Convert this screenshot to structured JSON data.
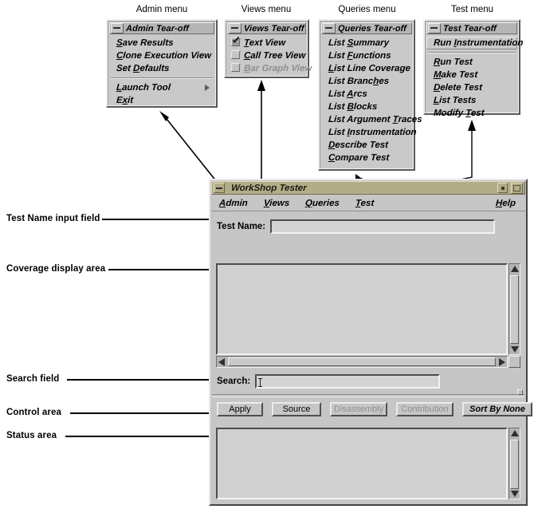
{
  "figure": {
    "menu_captions": [
      {
        "label": "Admin menu"
      },
      {
        "label": "Views menu"
      },
      {
        "label": "Queries menu"
      },
      {
        "label": "Test menu"
      }
    ],
    "annotations": [
      {
        "label": "Test Name input field"
      },
      {
        "label": "Coverage display area"
      },
      {
        "label": "Search field"
      },
      {
        "label": "Control area"
      },
      {
        "label": "Status area"
      }
    ]
  },
  "menus": {
    "admin": {
      "tearoff_title": "Admin Tear-off",
      "items": [
        {
          "label": "Save Results",
          "mnemonic": "S",
          "state": "normal",
          "type": "command"
        },
        {
          "label": "Clone Execution View",
          "mnemonic": "C",
          "state": "normal",
          "type": "command"
        },
        {
          "label": "Set Defaults",
          "mnemonic": "D",
          "state": "normal",
          "type": "command"
        },
        {
          "label": "---",
          "state": "separator",
          "type": "separator"
        },
        {
          "label": "Launch Tool",
          "mnemonic": "L",
          "state": "normal",
          "type": "submenu"
        },
        {
          "label": "Exit",
          "mnemonic": "x",
          "state": "normal",
          "type": "command"
        }
      ]
    },
    "views": {
      "tearoff_title": "Views Tear-off",
      "items": [
        {
          "label": "Text View",
          "mnemonic": "T",
          "state": "normal",
          "type": "check",
          "checked": true
        },
        {
          "label": "Call Tree View",
          "mnemonic": "C",
          "state": "normal",
          "type": "check",
          "checked": false
        },
        {
          "label": "Bar Graph View",
          "mnemonic": "B",
          "state": "disabled",
          "type": "check",
          "checked": false
        }
      ]
    },
    "queries": {
      "tearoff_title": "Queries Tear-off",
      "items": [
        {
          "label": "List Summary",
          "mnemonic": "S",
          "state": "normal",
          "type": "command"
        },
        {
          "label": "List Functions",
          "mnemonic": "F",
          "state": "normal",
          "type": "command"
        },
        {
          "label": "List Line Coverage",
          "mnemonic": "L",
          "state": "normal",
          "type": "command"
        },
        {
          "label": "List Branches",
          "mnemonic": "h",
          "state": "normal",
          "type": "command"
        },
        {
          "label": "List Arcs",
          "mnemonic": "A",
          "state": "normal",
          "type": "command"
        },
        {
          "label": "List Blocks",
          "mnemonic": "B",
          "state": "normal",
          "type": "command"
        },
        {
          "label": "List Argument Traces",
          "mnemonic": "T",
          "state": "normal",
          "type": "command"
        },
        {
          "label": "List Instrumentation",
          "mnemonic": "I",
          "state": "normal",
          "type": "command"
        },
        {
          "label": "Describe Test",
          "mnemonic": "D",
          "state": "normal",
          "type": "command"
        },
        {
          "label": "Compare Test",
          "mnemonic": "C",
          "state": "normal",
          "type": "command"
        }
      ]
    },
    "test": {
      "tearoff_title": "Test Tear-off",
      "items": [
        {
          "label": "Run Instrumentation",
          "mnemonic": "I",
          "state": "highlighted",
          "type": "command"
        },
        {
          "label": "---",
          "state": "separator",
          "type": "separator"
        },
        {
          "label": "Run Test",
          "mnemonic": "R",
          "state": "normal",
          "type": "command"
        },
        {
          "label": "Make Test",
          "mnemonic": "M",
          "state": "normal",
          "type": "command"
        },
        {
          "label": "Delete Test",
          "mnemonic": "D",
          "state": "normal",
          "type": "command"
        },
        {
          "label": "List Tests",
          "mnemonic": "L",
          "state": "normal",
          "type": "command"
        },
        {
          "label": "Modify Test",
          "mnemonic": "T",
          "state": "normal",
          "type": "command"
        }
      ]
    }
  },
  "app": {
    "title": "WorkShop Tester",
    "window_buttons": {
      "menu": "window-menu-button",
      "minimize": "minimize-button",
      "maximize": "maximize-button"
    },
    "menubar": [
      {
        "label": "Admin",
        "mnemonic": "A"
      },
      {
        "label": "Views",
        "mnemonic": "V"
      },
      {
        "label": "Queries",
        "mnemonic": "Q"
      },
      {
        "label": "Test",
        "mnemonic": "T"
      },
      {
        "label": "Help",
        "mnemonic": "H"
      }
    ],
    "test_name": {
      "label": "Test Name:",
      "value": "",
      "placeholder": ""
    },
    "coverage_area": {
      "content": ""
    },
    "search": {
      "label": "Search:",
      "value": "",
      "placeholder": ""
    },
    "controls": [
      {
        "label": "Apply",
        "state": "enabled"
      },
      {
        "label": "Source",
        "state": "enabled"
      },
      {
        "label": "Disassembly",
        "state": "disabled"
      },
      {
        "label": "Contribution",
        "state": "disabled"
      },
      {
        "label": "Sort By None",
        "state": "option"
      }
    ],
    "status_area": {
      "content": ""
    }
  },
  "colors": {
    "titlebar": "#b2ad86",
    "face": "#c6c6c6",
    "menu_face": "#c9c9c9",
    "field": "#d3d3d3",
    "page_background": "#ffffff",
    "text": "#000000",
    "disabled_text": "#909090"
  }
}
